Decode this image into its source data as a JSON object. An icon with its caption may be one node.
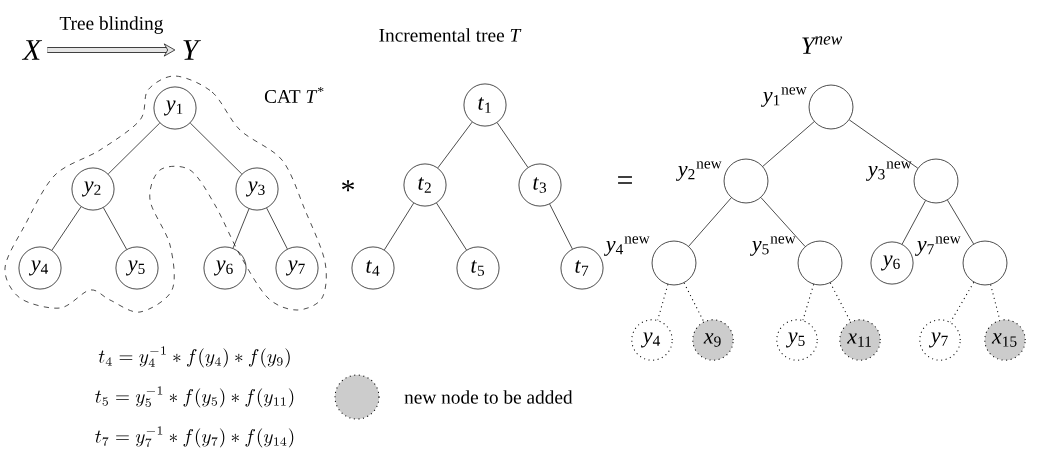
{
  "diagram": {
    "nodes": [
      {
        "text": [
          "X"
        ]
      },
      {
        "text": [
          "Y"
        ]
      },
      {
        "text": [
          "*y*$_{1}$"
        ]
      },
      {
        "text": [
          "*y*$_{2}$"
        ]
      },
      {
        "text": [
          "*y*$_{3}$"
        ]
      },
      {
        "text": [
          "*y*$_{4}$"
        ]
      },
      {
        "text": [
          "*y*$_{5}$"
        ]
      },
      {
        "text": [
          "*y*$_{6}$"
        ]
      },
      {
        "text": [
          "*y*$_{7}$"
        ]
      },
      {
        "text": [
          "*t*$_{1}$"
        ]
      },
      {
        "text": [
          "*t*$_{2}$"
        ]
      },
      {
        "text": [
          "*t*$_{3}$"
        ]
      },
      {
        "text": [
          "*t*$_{4}$"
        ]
      },
      {
        "text": [
          "*t*$_{5}$"
        ]
      },
      {
        "text": [
          "*t*$_{7}$"
        ]
      },
      {
        "text": [],
        "shape": "circle",
        "beside": [
          "*y*$_{1}$$^{new}$"
        ]
      },
      {
        "text": [],
        "shape": "circle",
        "beside": [
          "*y*$_{2}$$^{new}$"
        ]
      },
      {
        "text": [],
        "shape": "circle",
        "beside": [
          "*y*$_{3}$$^{new}$"
        ]
      },
      {
        "text": [],
        "shape": "circle",
        "beside": [
          "*y*$_{4}$$^{new}$"
        ]
      },
      {
        "text": [],
        "shape": "circle",
        "beside": [
          "*y*$_{5}$$^{new}$"
        ]
      },
      {
        "text": [
          "*y*$_{6}$"
        ]
      },
      {
        "text": [],
        "shape": "circle",
        "beside": [
          "*y*$_{7}$$^{new}$"
        ]
      },
      {
        "text": [
          "*y*$_{4}$"
        ]
      },
      {
        "text": [
          "*x*$_{9}$"
        ]
      },
      {
        "text": [
          "*y*$_{5}$"
        ]
      },
      {
        "text": [
          "*x*$_{11}$"
        ]
      },
      {
        "text": [
          "*y*$_{7}$"
        ]
      },
      {
        "text": [
          "*x*$_{15}$"
        ]
      }
    ],
    "edges": [
      {
        "from": 0,
        "to": 1,
        "arrow": "to",
        "label": "Tree blinding",
        "style": "thick"
      },
      {
        "from": 2,
        "to": 3,
        "arrow": "none"
      },
      {
        "from": 2,
        "to": 4,
        "arrow": "none"
      },
      {
        "from": 3,
        "to": 5,
        "arrow": "none"
      },
      {
        "from": 3,
        "to": 6,
        "arrow": "none"
      },
      {
        "from": 4,
        "to": 7,
        "arrow": "none"
      },
      {
        "from": 4,
        "to": 8,
        "arrow": "none"
      },
      {
        "from": 9,
        "to": 10,
        "arrow": "none"
      },
      {
        "from": 9,
        "to": 11,
        "arrow": "none"
      },
      {
        "from": 10,
        "to": 12,
        "arrow": "none"
      },
      {
        "from": 10,
        "to": 13,
        "arrow": "none"
      },
      {
        "from": 11,
        "to": 14,
        "arrow": "none"
      },
      {
        "from": 15,
        "to": 16,
        "arrow": "none"
      },
      {
        "from": 15,
        "to": 17,
        "arrow": "none"
      },
      {
        "from": 16,
        "to": 18,
        "arrow": "none"
      },
      {
        "from": 16,
        "to": 19,
        "arrow": "none"
      },
      {
        "from": 17,
        "to": 20,
        "arrow": "none"
      },
      {
        "from": 17,
        "to": 21,
        "arrow": "none"
      },
      {
        "from": 18,
        "to": 22,
        "arrow": "none",
        "style": "dashed"
      },
      {
        "from": 18,
        "to": 23,
        "arrow": "none",
        "style": "dashed"
      },
      {
        "from": 19,
        "to": 24,
        "arrow": "none",
        "style": "dashed"
      },
      {
        "from": 19,
        "to": 25,
        "arrow": "none",
        "style": "dashed"
      },
      {
        "from": 21,
        "to": 26,
        "arrow": "none",
        "style": "dashed"
      },
      {
        "from": 21,
        "to": 27,
        "arrow": "none",
        "style": "dashed"
      }
    ],
    "labels": [
      "CAT *T*$^{*}$",
      "*",
      "Incremental tree *T*",
      "=",
      "Y$^{new}$",
      "t_4=y_4^{-1}*f(y_4)*f(y_9)",
      "t_5=y_5^{-1}*f(y_5)*f(y_{11})",
      "t_7=y_7^{-1}*f(y_7)*f(y_{14})"
    ],
    "legend": [
      {
        "text": "new node to be added",
        "color": "#cccccc"
      }
    ]
  }
}
